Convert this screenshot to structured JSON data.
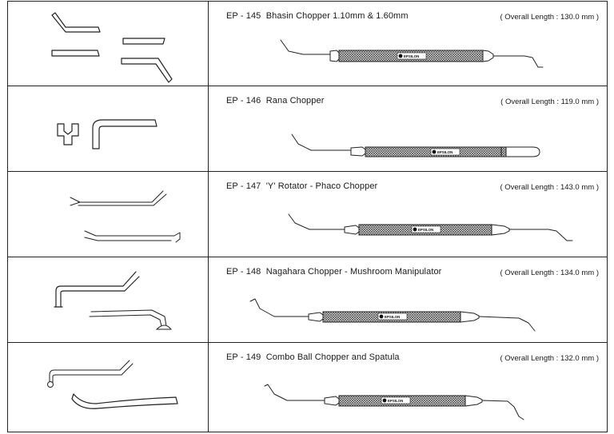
{
  "brand": "EPSILON",
  "products": [
    {
      "code": "EP - 145",
      "name": "Bhasin Chopper 1.10mm & 1.60mm",
      "length": "( Overall Length : 130.0 mm )"
    },
    {
      "code": "EP - 146",
      "name": "Rana Chopper",
      "length": "( Overall Length : 119.0 mm )"
    },
    {
      "code": "EP - 147",
      "name": "'Y' Rotator - Phaco Chopper",
      "length": "( Overall Length : 143.0 mm )"
    },
    {
      "code": "EP - 148",
      "name": "Nagahara Chopper - Mushroom Manipulator",
      "length": "( Overall Length : 134.0 mm )"
    },
    {
      "code": "EP - 149",
      "name": "Combo Ball Chopper and Spatula",
      "length": "( Overall Length : 132.0 mm )"
    }
  ]
}
